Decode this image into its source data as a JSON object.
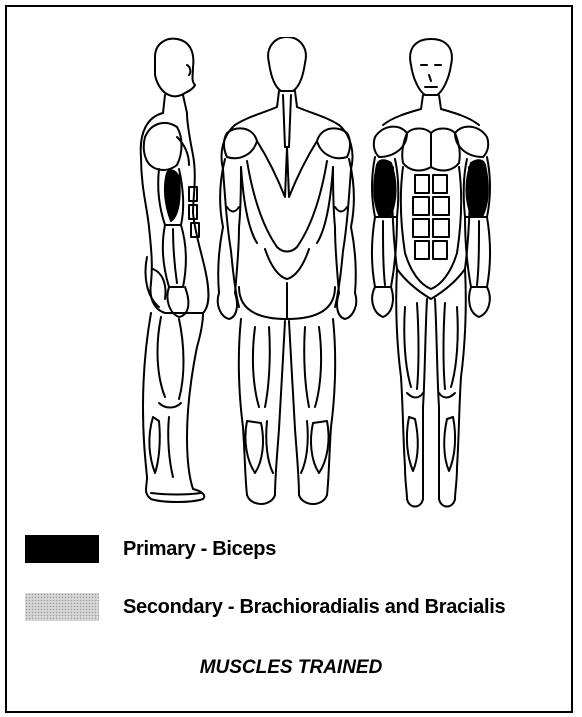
{
  "diagram": {
    "figures": [
      "side-view",
      "back-view",
      "front-view"
    ]
  },
  "legend": {
    "primary_label": "Primary - Biceps",
    "secondary_label": "Secondary - Brachioradialis and Bracialis",
    "primary_color": "#000000",
    "secondary_color": "#d8d8d8"
  },
  "footer": {
    "title": "MUSCLES TRAINED"
  }
}
